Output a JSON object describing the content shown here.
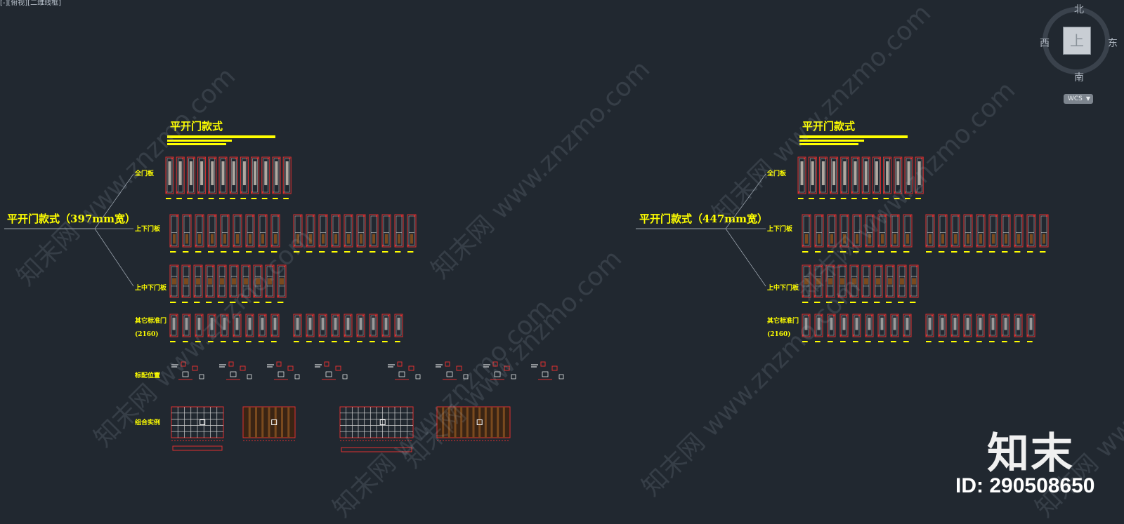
{
  "viewport": {
    "label": "[-][俯视][二维线框]"
  },
  "viewcube": {
    "north": "北",
    "south": "南",
    "east": "东",
    "west": "西",
    "face": "上",
    "coord_system": "WCS"
  },
  "watermark": {
    "site": "www.znzmo.com",
    "chinese": "知末网",
    "logo": "知末",
    "id": "ID: 290508650"
  },
  "colors": {
    "background": "#212830",
    "title": "#ffff00",
    "label": "#ffff00",
    "door_line": "#e03030",
    "panel": "#7a4a1e",
    "branch_line": "#9aa3ad"
  },
  "groups": [
    {
      "root_label": "平开门款式（397mm宽）",
      "title": "平开门款式",
      "categories": [
        {
          "label": "全门板",
          "doors": 12
        },
        {
          "label": "上下门板",
          "doors": 19
        },
        {
          "label": "上中下门板",
          "doors": 10
        },
        {
          "label": "其它标准门",
          "sublabel": "(2160)",
          "doors": 18
        },
        {
          "label": "标配位置"
        },
        {
          "label": "组合实例"
        }
      ]
    },
    {
      "root_label": "平开门款式（447mm宽）",
      "title": "平开门款式",
      "categories": [
        {
          "label": "全门板",
          "doors": 12
        },
        {
          "label": "上下门板",
          "doors": 19
        },
        {
          "label": "上中下门板",
          "doors": 10
        },
        {
          "label": "其它标准门",
          "sublabel": "(2160)",
          "doors": 18
        }
      ]
    }
  ]
}
